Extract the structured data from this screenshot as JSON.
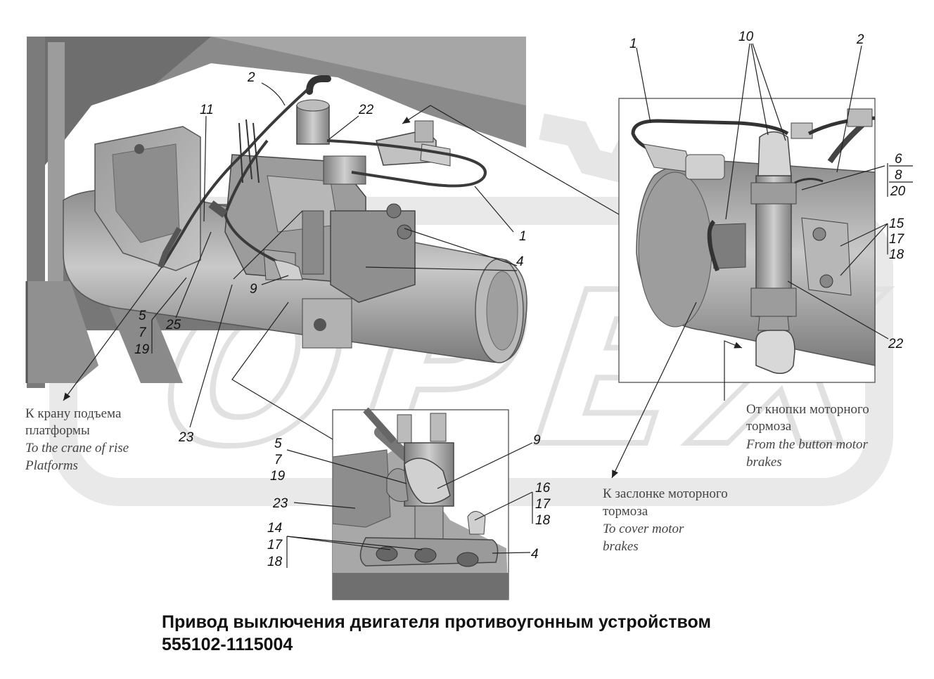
{
  "diagram": {
    "title_line1": "Привод выключения двигателя противоугонным устройством",
    "title_line2": "555102-1115004",
    "watermark": "OPEX",
    "main_view_callouts": [
      "2",
      "22",
      "11",
      "1",
      "4",
      "9",
      "5",
      "7",
      "19",
      "25",
      "23"
    ],
    "detail_top_right_callouts": [
      "1",
      "10",
      "2",
      "6",
      "8",
      "20",
      "15",
      "17",
      "18",
      "22"
    ],
    "detail_bottom_callouts": [
      "9",
      "5",
      "7",
      "19",
      "23",
      "16",
      "17",
      "18",
      "14",
      "17",
      "18",
      "4"
    ],
    "notes": {
      "platform_crane": {
        "ru_line1": "К крану подъема",
        "ru_line2": "платформы",
        "en_line1": "To the crane of rise",
        "en_line2": "Platforms"
      },
      "button_motor_brake": {
        "ru_line1": "От кнопки моторного",
        "ru_line2": "тормоза",
        "en_line1": "From the button motor",
        "en_line2": "brakes"
      },
      "cover_motor_brake": {
        "ru_line1": "К заслонке моторного",
        "ru_line2": "тормоза",
        "en_line1": "To cover motor",
        "en_line2": "brakes"
      }
    }
  }
}
